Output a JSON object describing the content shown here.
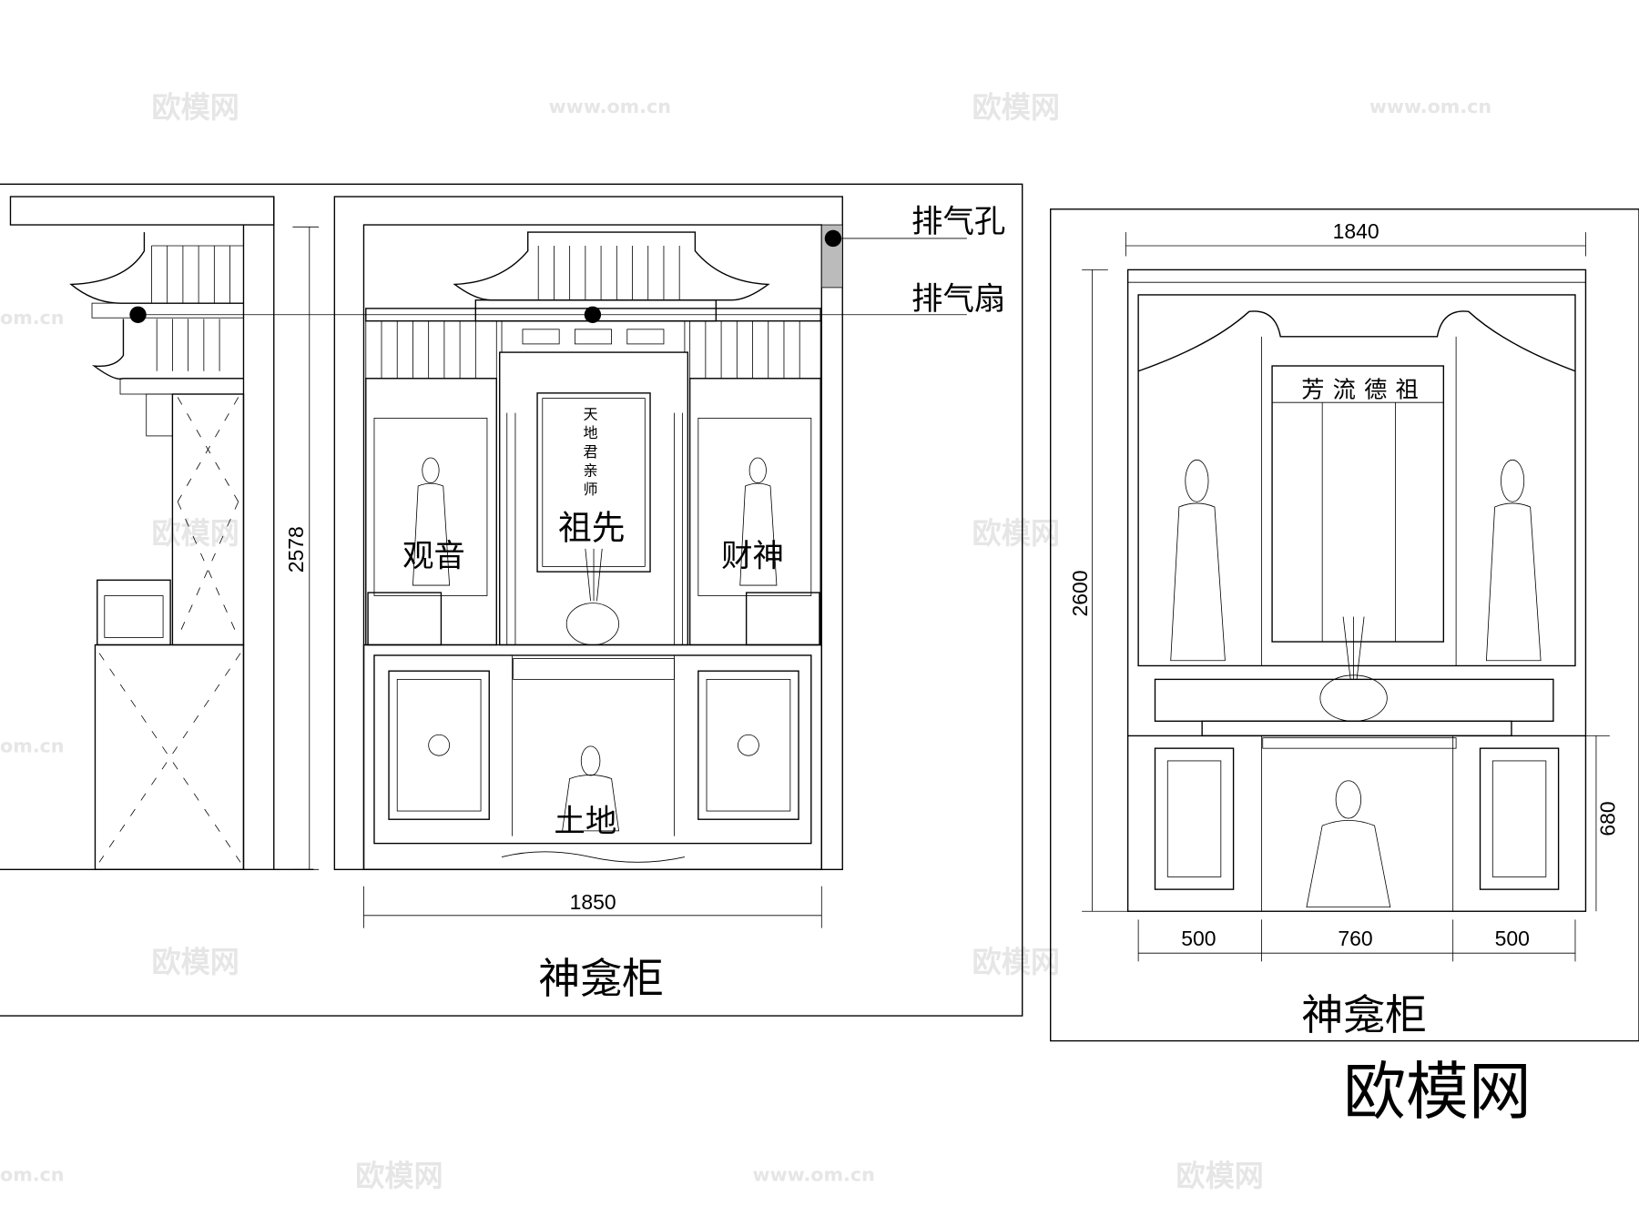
{
  "left_drawing": {
    "title": "神龛柜",
    "dimension_height": "2578",
    "dimension_width": "1850",
    "callouts": [
      "排气孔",
      "排气扇"
    ],
    "labels": {
      "left_niche": "观音",
      "center": "祖先",
      "right_niche": "财神",
      "bottom": "土地"
    },
    "tablet_text": [
      "天",
      "地",
      "君",
      "亲",
      "师"
    ]
  },
  "right_drawing": {
    "title": "神龛柜",
    "dimension_top": "1840",
    "dimension_height": "2600",
    "dimension_cabinet": "680",
    "dimension_bottom": [
      "500",
      "760",
      "500"
    ],
    "tablet_text": "芳流德祖"
  },
  "watermark": {
    "logo": "欧模网",
    "url": "www.om.cn",
    "partial": "om.cn"
  }
}
